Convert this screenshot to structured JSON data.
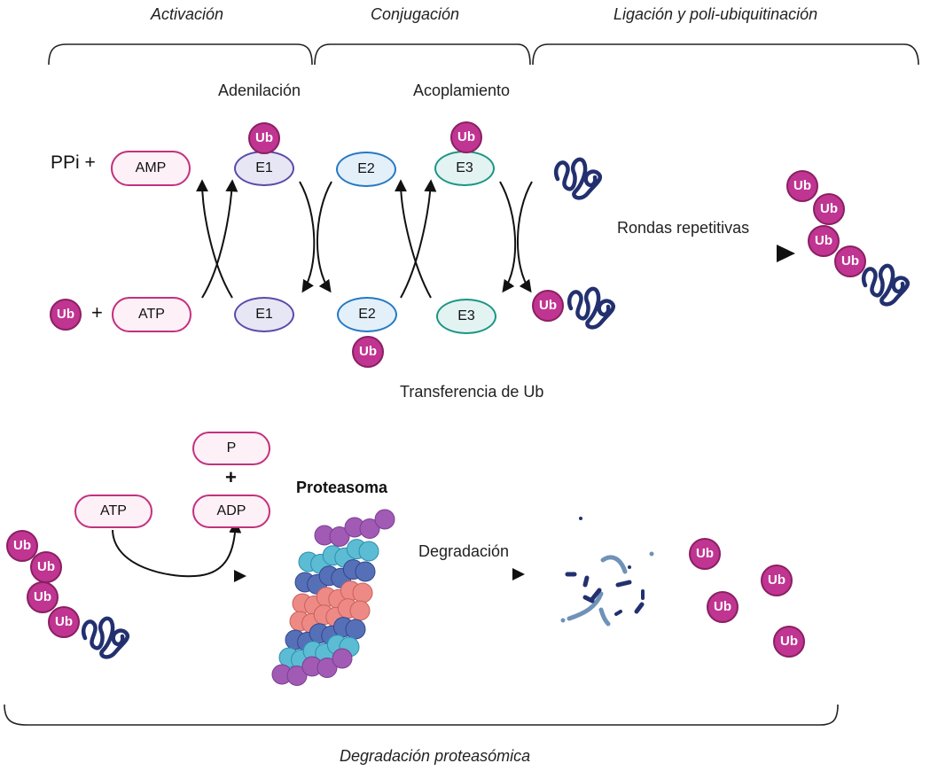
{
  "colors": {
    "ub_fill": "#c03591",
    "ub_border": "#8a1f62",
    "pill_border": "#c2317f",
    "pill_fill": "#fdf0f6",
    "e1_border": "#5b4aa8",
    "e2_border": "#2578c4",
    "e3_border": "#1a9585",
    "protein": "#23306f",
    "proteasome_purple": "#a15bb5",
    "proteasome_cyan": "#5bbcd4",
    "proteasome_blue": "#5670b8",
    "proteasome_salmon": "#ee8a85"
  },
  "stages": {
    "activation": "Activación",
    "conjugation": "Conjugación",
    "ligation": "Ligación y poli-ubiquitinación",
    "degradation": "Degradación proteasómica"
  },
  "steps": {
    "adenylation": "Adenilación",
    "coupling": "Acoplamiento",
    "transfer": "Transferencia de Ub",
    "repeat_rounds": "Rondas repetitivas",
    "degradation": "Degradación"
  },
  "molecules": {
    "ppi_plus": "PPi +",
    "amp": "AMP",
    "atp": "ATP",
    "adp": "ADP",
    "p": "P",
    "plus": "+",
    "ub": "Ub",
    "e1": "E1",
    "e2": "E2",
    "e3": "E3",
    "proteasome": "Proteasoma"
  }
}
